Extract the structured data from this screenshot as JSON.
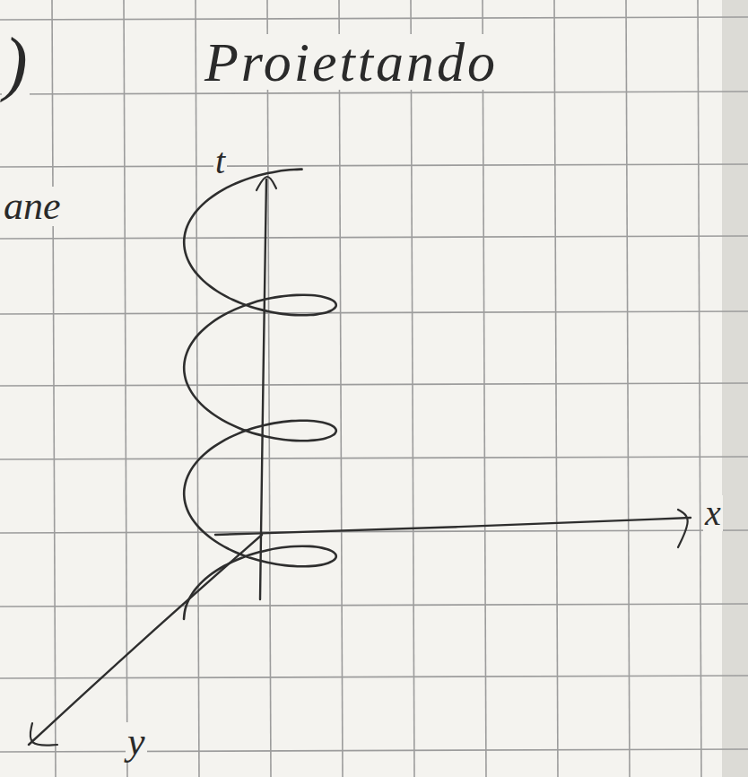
{
  "diagram": {
    "title": "Proiettando",
    "labels": [
      "t",
      "x",
      "y",
      ")",
      "ane"
    ]
  }
}
